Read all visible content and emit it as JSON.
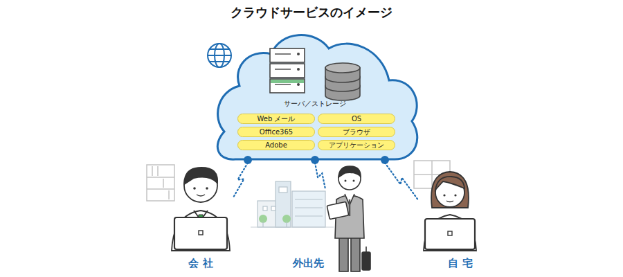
{
  "diagram": {
    "title": "クラウドサービスのイメージ",
    "nodes": [
      {
        "text": [
          "サーバ／ストレージ"
        ]
      },
      {
        "text": [
          "Web メール"
        ],
        "in": 0
      },
      {
        "text": [
          "OS"
        ],
        "in": 0
      },
      {
        "text": [
          "Office365"
        ],
        "in": 0
      },
      {
        "text": [
          "ブラウザ"
        ],
        "in": 0
      },
      {
        "text": [
          "Adobe"
        ],
        "in": 0
      },
      {
        "text": [
          "アプリケーション"
        ],
        "in": 0
      },
      {
        "text": [
          "会 社"
        ]
      },
      {
        "text": [
          "外出先"
        ]
      },
      {
        "text": [
          "自 宅"
        ]
      }
    ],
    "edges": [
      {
        "from": 0,
        "to": 7,
        "arrow": "none"
      },
      {
        "from": 0,
        "to": 8,
        "arrow": "none"
      },
      {
        "from": 0,
        "to": 9,
        "arrow": "none"
      }
    ]
  }
}
